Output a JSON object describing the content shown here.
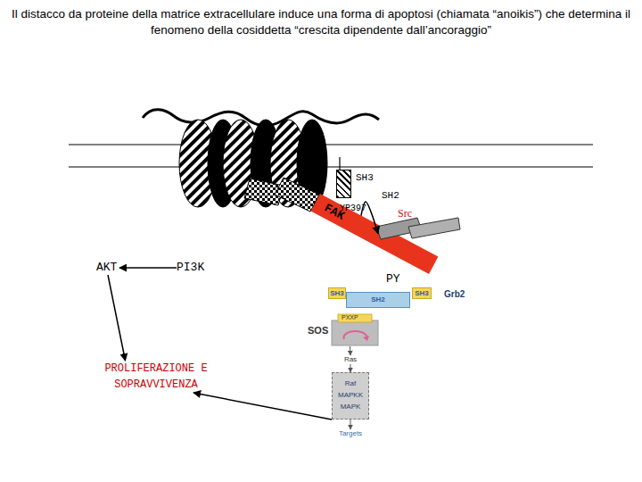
{
  "diagram": {
    "title": "Il distacco da proteine della matrice extracellulare induce una forma di apoptosi (chiamata “anoikis”) che determina il fenomeno della cosiddetta “crescita dipendente dall’ancoraggio”",
    "nodes": [
      {
        "text": [
          "FAK"
        ]
      },
      {
        "text": [
          "SH3"
        ]
      },
      {
        "text": [
          "Src"
        ]
      },
      {
        "text": [
          "AKT"
        ]
      },
      {
        "text": [
          "PI3K"
        ]
      },
      {
        "text": [
          "PROLIFERAZIONE E SOPRAVVIVENZA"
        ]
      },
      {
        "text": [
          "Grb2"
        ]
      },
      {
        "text": [
          "SH3"
        ],
        "in": 6
      },
      {
        "text": [
          "SH2"
        ],
        "in": 6
      },
      {
        "text": [
          "SH3"
        ],
        "in": 6
      },
      {
        "text": [
          "SOS",
          "PXXP"
        ]
      },
      {
        "text": [
          "Ras"
        ]
      },
      {
        "text": [
          "Raf MAPKK MAPK"
        ]
      },
      {
        "text": [
          "Targets"
        ]
      }
    ],
    "edges": [
      {
        "from": 4,
        "to": 3,
        "arrow": "to"
      },
      {
        "from": 3,
        "to": 5,
        "arrow": "to"
      },
      {
        "from": 12,
        "to": 5,
        "arrow": "to"
      },
      {
        "from": 0,
        "to": 2,
        "arrow": "to"
      },
      {
        "from": 10,
        "to": 11,
        "arrow": "to"
      },
      {
        "from": 11,
        "to": 12,
        "arrow": "to"
      },
      {
        "from": 12,
        "to": 13,
        "arrow": "to"
      }
    ],
    "labels": [
      "YP397",
      "SH2",
      "PY"
    ]
  }
}
